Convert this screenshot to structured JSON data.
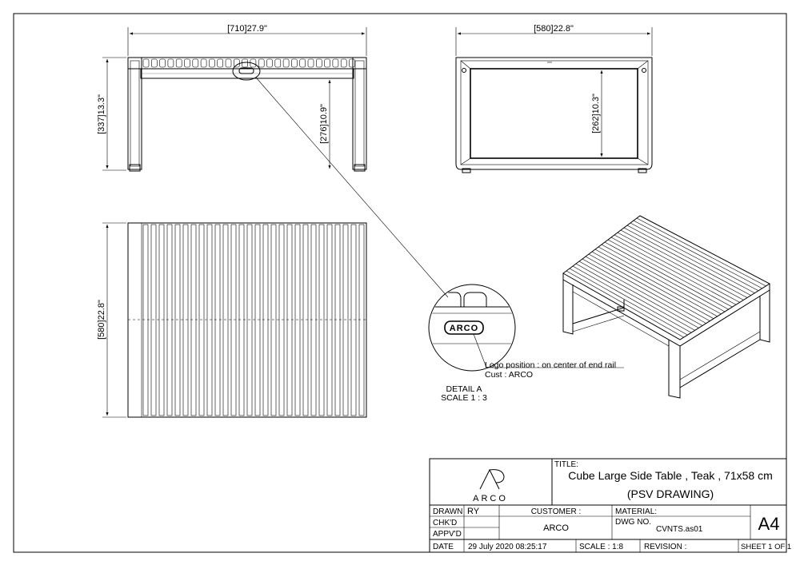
{
  "front_view": {
    "width_dim": "[710]27.9\"",
    "height_dim": "[337]13.3\"",
    "clear_height_dim": "[276]10.9\""
  },
  "side_view": {
    "width_dim": "[580]22.8\"",
    "opening_height_dim": "[262]10.3\""
  },
  "top_view": {
    "depth_dim": "[580]22.8\""
  },
  "detail": {
    "logo_text": "ARCO",
    "note_line1": "Logo position : on center of end rail",
    "note_line2": "Cust : ARCO",
    "label": "DETAIL A",
    "scale": "SCALE 1 : 3"
  },
  "title_block": {
    "brand_letter": "A",
    "brand_word": "ARCO",
    "title_label": "TITLE:",
    "title_line1": "Cube Large Side Table , Teak , 71x58 cm",
    "title_line2": "(PSV DRAWING)",
    "drawn_label": "DRAWN",
    "drawn_value": "RY",
    "chkd_label": "CHK'D",
    "appvd_label": "APPV'D",
    "customer_label": "CUSTOMER :",
    "customer_value": "ARCO",
    "material_label": "MATERIAL:",
    "dwg_label": "DWG NO.",
    "dwg_value": "CVNTS.as01",
    "size": "A4",
    "date_label": "DATE",
    "date_value": "29 July 2020 08:25:17",
    "scale": "SCALE : 1:8",
    "revision": "REVISION :",
    "sheet": "SHEET 1 OF 1"
  }
}
